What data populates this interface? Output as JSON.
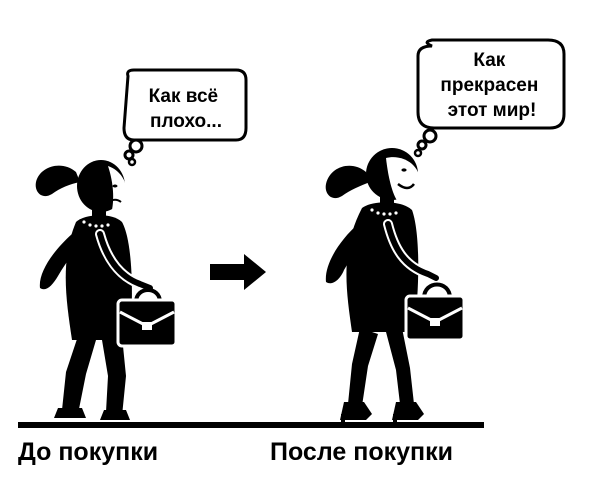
{
  "colors": {
    "ink": "#000000",
    "paper": "#ffffff"
  },
  "icons": {
    "arrow": "right-arrow-icon",
    "handbag": "handbag-icon"
  },
  "before": {
    "thought_lines": [
      "Как всё",
      "плохо..."
    ],
    "caption": "До покупки"
  },
  "after": {
    "thought_lines": [
      "Как",
      "прекрасен",
      "этот мир!"
    ],
    "caption": "После покупки"
  }
}
